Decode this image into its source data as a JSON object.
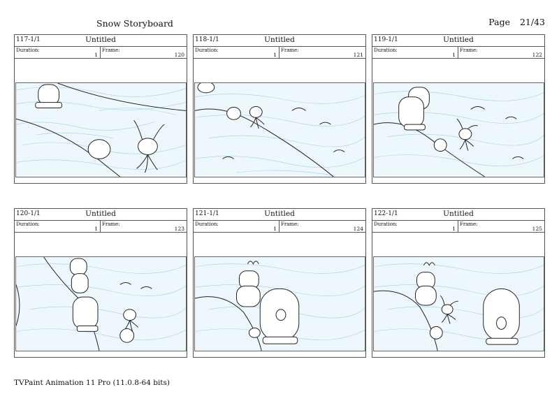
{
  "header": {
    "title": "Snow Storyboard",
    "page_label": "Page",
    "page_number": "21/43"
  },
  "footer": {
    "text": "TVPaint Animation 11 Pro (11.0.8-64 bits)"
  },
  "panels": [
    {
      "id": "117-1/1",
      "name": "Untitled",
      "duration_label": "Duration:",
      "duration": "1",
      "frame_label": "Frame:",
      "frame": "120"
    },
    {
      "id": "118-1/1",
      "name": "Untitled",
      "duration_label": "Duration:",
      "duration": "1",
      "frame_label": "Frame:",
      "frame": "121"
    },
    {
      "id": "119-1/1",
      "name": "Untitled",
      "duration_label": "Duration:",
      "duration": "1",
      "frame_label": "Frame:",
      "frame": "122"
    },
    {
      "id": "120-1/1",
      "name": "Untitled",
      "duration_label": "Duration:",
      "duration": "1",
      "frame_label": "Frame:",
      "frame": "123"
    },
    {
      "id": "121-1/1",
      "name": "Untitled",
      "duration_label": "Duration:",
      "duration": "1",
      "frame_label": "Frame:",
      "frame": "124"
    },
    {
      "id": "122-1/1",
      "name": "Untitled",
      "duration_label": "Duration:",
      "duration": "1",
      "frame_label": "Frame:",
      "frame": "125"
    }
  ],
  "colors": {
    "snow_hatch": "#9fd3ea",
    "snow_bg": "#eef7fb",
    "ink": "#222222"
  }
}
